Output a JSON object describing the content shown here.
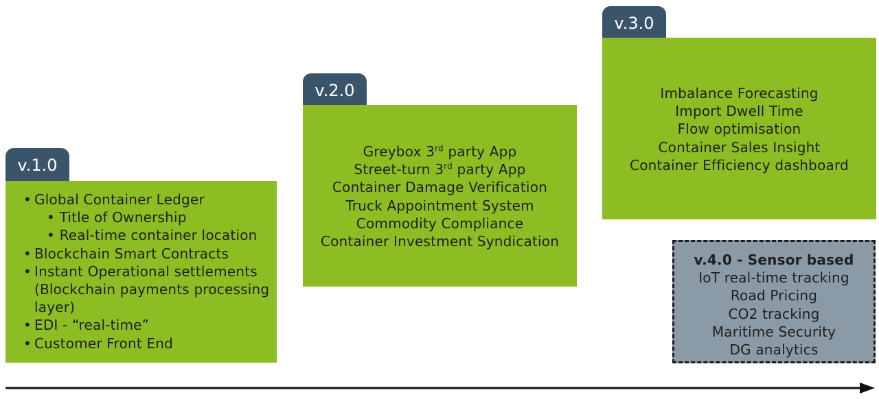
{
  "v1": {
    "tab": "v.1.0",
    "items": [
      {
        "kind": "bullet",
        "text": "Global Container Ledger"
      },
      {
        "kind": "sub",
        "text": "Title of Ownership"
      },
      {
        "kind": "sub",
        "text": "Real-time container location"
      },
      {
        "kind": "bullet",
        "text": "Blockchain Smart Contracts"
      },
      {
        "kind": "bullet",
        "text": "Instant Operational settlements"
      },
      {
        "kind": "cont",
        "text": "(Blockchain payments processing"
      },
      {
        "kind": "cont",
        "text": "layer)"
      },
      {
        "kind": "bullet",
        "text": "EDI - “real-time”"
      },
      {
        "kind": "bullet",
        "text": "Customer Front End"
      }
    ]
  },
  "v2": {
    "tab": "v.2.0",
    "items": [
      {
        "pre": "Greybox 3",
        "sup": "rd",
        "post": " party App"
      },
      {
        "pre": "Street-turn 3",
        "sup": "rd",
        "post": " party App"
      },
      {
        "pre": "Container Damage Verification"
      },
      {
        "pre": "Truck Appointment System"
      },
      {
        "pre": "Commodity Compliance"
      },
      {
        "pre": "Container Investment Syndication"
      }
    ]
  },
  "v3": {
    "tab": "v.3.0",
    "items": [
      "Imbalance Forecasting",
      "Import Dwell Time",
      "Flow optimisation",
      "Container Sales Insight",
      "Container Efficiency dashboard"
    ]
  },
  "v4": {
    "title": "v.4.0 - Sensor based",
    "items": [
      "IoT real-time tracking",
      "Road Pricing",
      "CO2 tracking",
      "Maritime Security",
      "DG analytics"
    ]
  },
  "colors": {
    "tab": "#3a5569",
    "box_green": "#8cbe23",
    "box_grey": "#8a9aa6",
    "arrow": "#111111"
  }
}
